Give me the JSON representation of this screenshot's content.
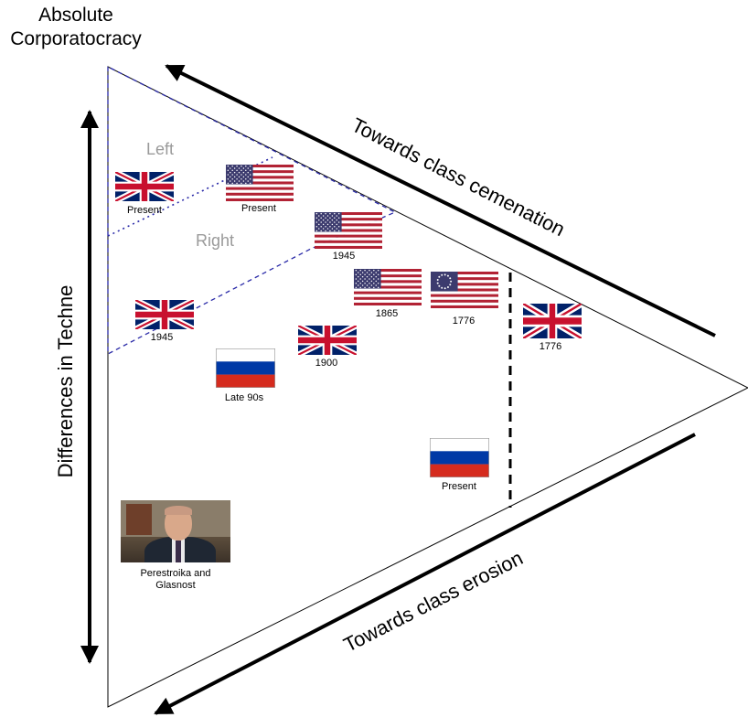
{
  "title": {
    "line1": "Absolute",
    "line2": "Corporatocracy"
  },
  "regions": {
    "left": "Left",
    "right": "Right"
  },
  "axes": {
    "top": "Towards class cemenation",
    "bottom": "Towards class erosion",
    "left": "Differences in Techne"
  },
  "flags": [
    {
      "country": "UK",
      "label": "Present"
    },
    {
      "country": "US",
      "label": "Present"
    },
    {
      "country": "US",
      "label": "1945"
    },
    {
      "country": "UK",
      "label": "1945"
    },
    {
      "country": "US",
      "label": "1865"
    },
    {
      "country": "US-1776",
      "label": "1776"
    },
    {
      "country": "UK",
      "label": "1776"
    },
    {
      "country": "UK",
      "label": "1900"
    },
    {
      "country": "Russia",
      "label": "Late 90s"
    },
    {
      "country": "Russia",
      "label": "Present"
    }
  ],
  "photo": {
    "caption": "Perestroika and Glasnost"
  },
  "colors": {
    "uk_blue": "#012169",
    "uk_red": "#C8102E",
    "us_red": "#B22234",
    "us_blue": "#3C3B6E",
    "ru_blue": "#0039A6",
    "ru_red": "#D52B1E",
    "dashed_blue": "#2a2aa8",
    "label_gray": "#9a9a9a"
  }
}
